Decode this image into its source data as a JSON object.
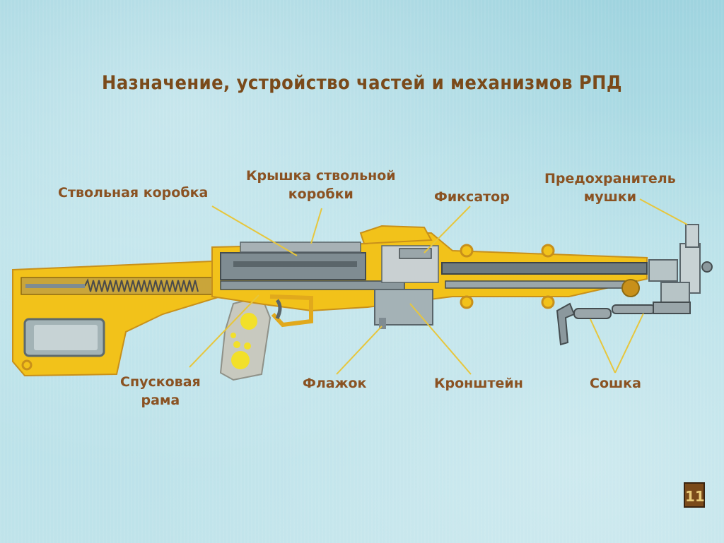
{
  "slide": {
    "title": "Назначение, устройство частей и механизмов РПД",
    "page_number": "11"
  },
  "labels": {
    "receiver": "Ствольная коробка",
    "cover_line1": "Крышка ствольной",
    "cover_line2": "коробки",
    "latch": "Фиксатор",
    "sight_guard_line1": "Предохранитель",
    "sight_guard_line2": "мушки",
    "trigger_frame_line1": "Спусковая",
    "trigger_frame_line2": "рама",
    "flag": "Флажок",
    "bracket": "Кронштейн",
    "bipod": "Сошка"
  },
  "colors": {
    "metal_yellow": "#f2c21a",
    "steel": "#7f8c92",
    "text": "#8a5222",
    "leader": "#e7c63c"
  }
}
